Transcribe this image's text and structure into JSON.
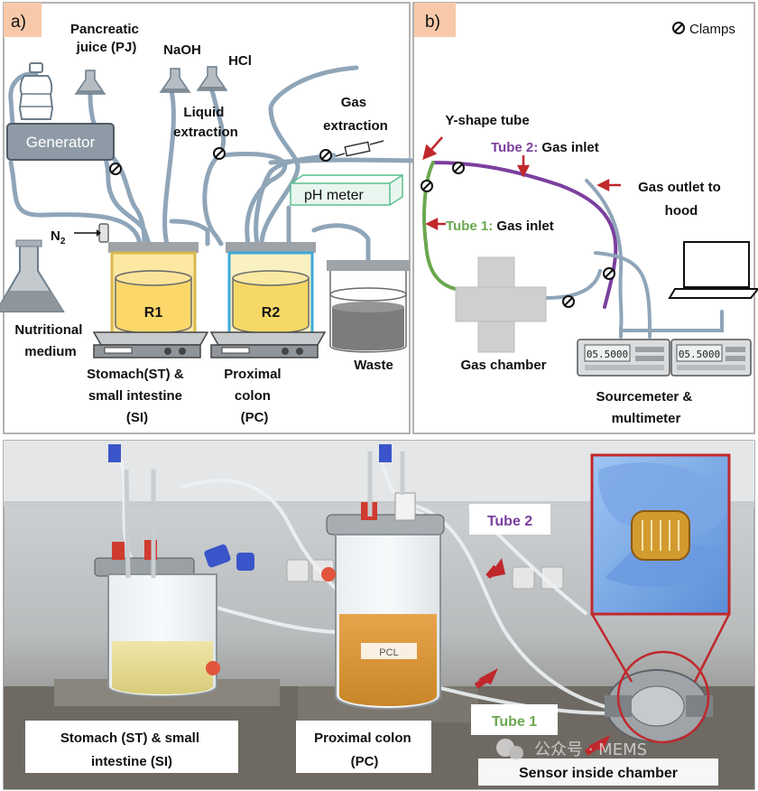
{
  "panel_a": {
    "tag": "a)",
    "pj": [
      "Pancreatic",
      "juice (PJ)"
    ],
    "naoh": "NaOH",
    "hcl": "HCl",
    "liquid": [
      "Liquid",
      "extraction"
    ],
    "gas_ex": [
      "Gas",
      "extraction"
    ],
    "generator": "Generator",
    "ph": "pH meter",
    "n2": "N",
    "n2_sub": "2",
    "r1": "R1",
    "r2": "R2",
    "medium": [
      "Nutritional",
      "medium"
    ],
    "st": [
      "Stomach(ST) &",
      "small intestine",
      "(SI)"
    ],
    "pc": [
      "Proximal",
      "colon",
      "(PC)"
    ],
    "waste": "Waste"
  },
  "panel_b": {
    "tag": "b)",
    "clamps": "Clamps",
    "ytube": "Y-shape tube",
    "tube2": "Tube 2:",
    "tube2_rest": " Gas inlet",
    "tube1": "Tube 1:",
    "tube1_rest": " Gas inlet",
    "outlet": [
      "Gas outlet to",
      "hood"
    ],
    "chamber": "Gas chamber",
    "meter": [
      "Sourcemeter &",
      "multimeter"
    ],
    "display": "05.5000"
  },
  "photo": {
    "tube2": "Tube 2",
    "tube1": "Tube 1",
    "st": [
      "Stomach (ST) & small",
      "intestine (SI)"
    ],
    "pc": [
      "Proximal colon",
      "(PC)"
    ],
    "sensor": "Sensor inside chamber",
    "jar_label": "PCL",
    "watermark": "公众号 · MEMS"
  },
  "colors": {
    "tube": "#8fa5b8",
    "green": "#6aa84f",
    "purple": "#7b3f9e",
    "red": "#c0282c",
    "r1_liquid": "#fbe08a",
    "r2_liquid": "#f6e07a",
    "r2_wall": "#3fa9d8"
  }
}
